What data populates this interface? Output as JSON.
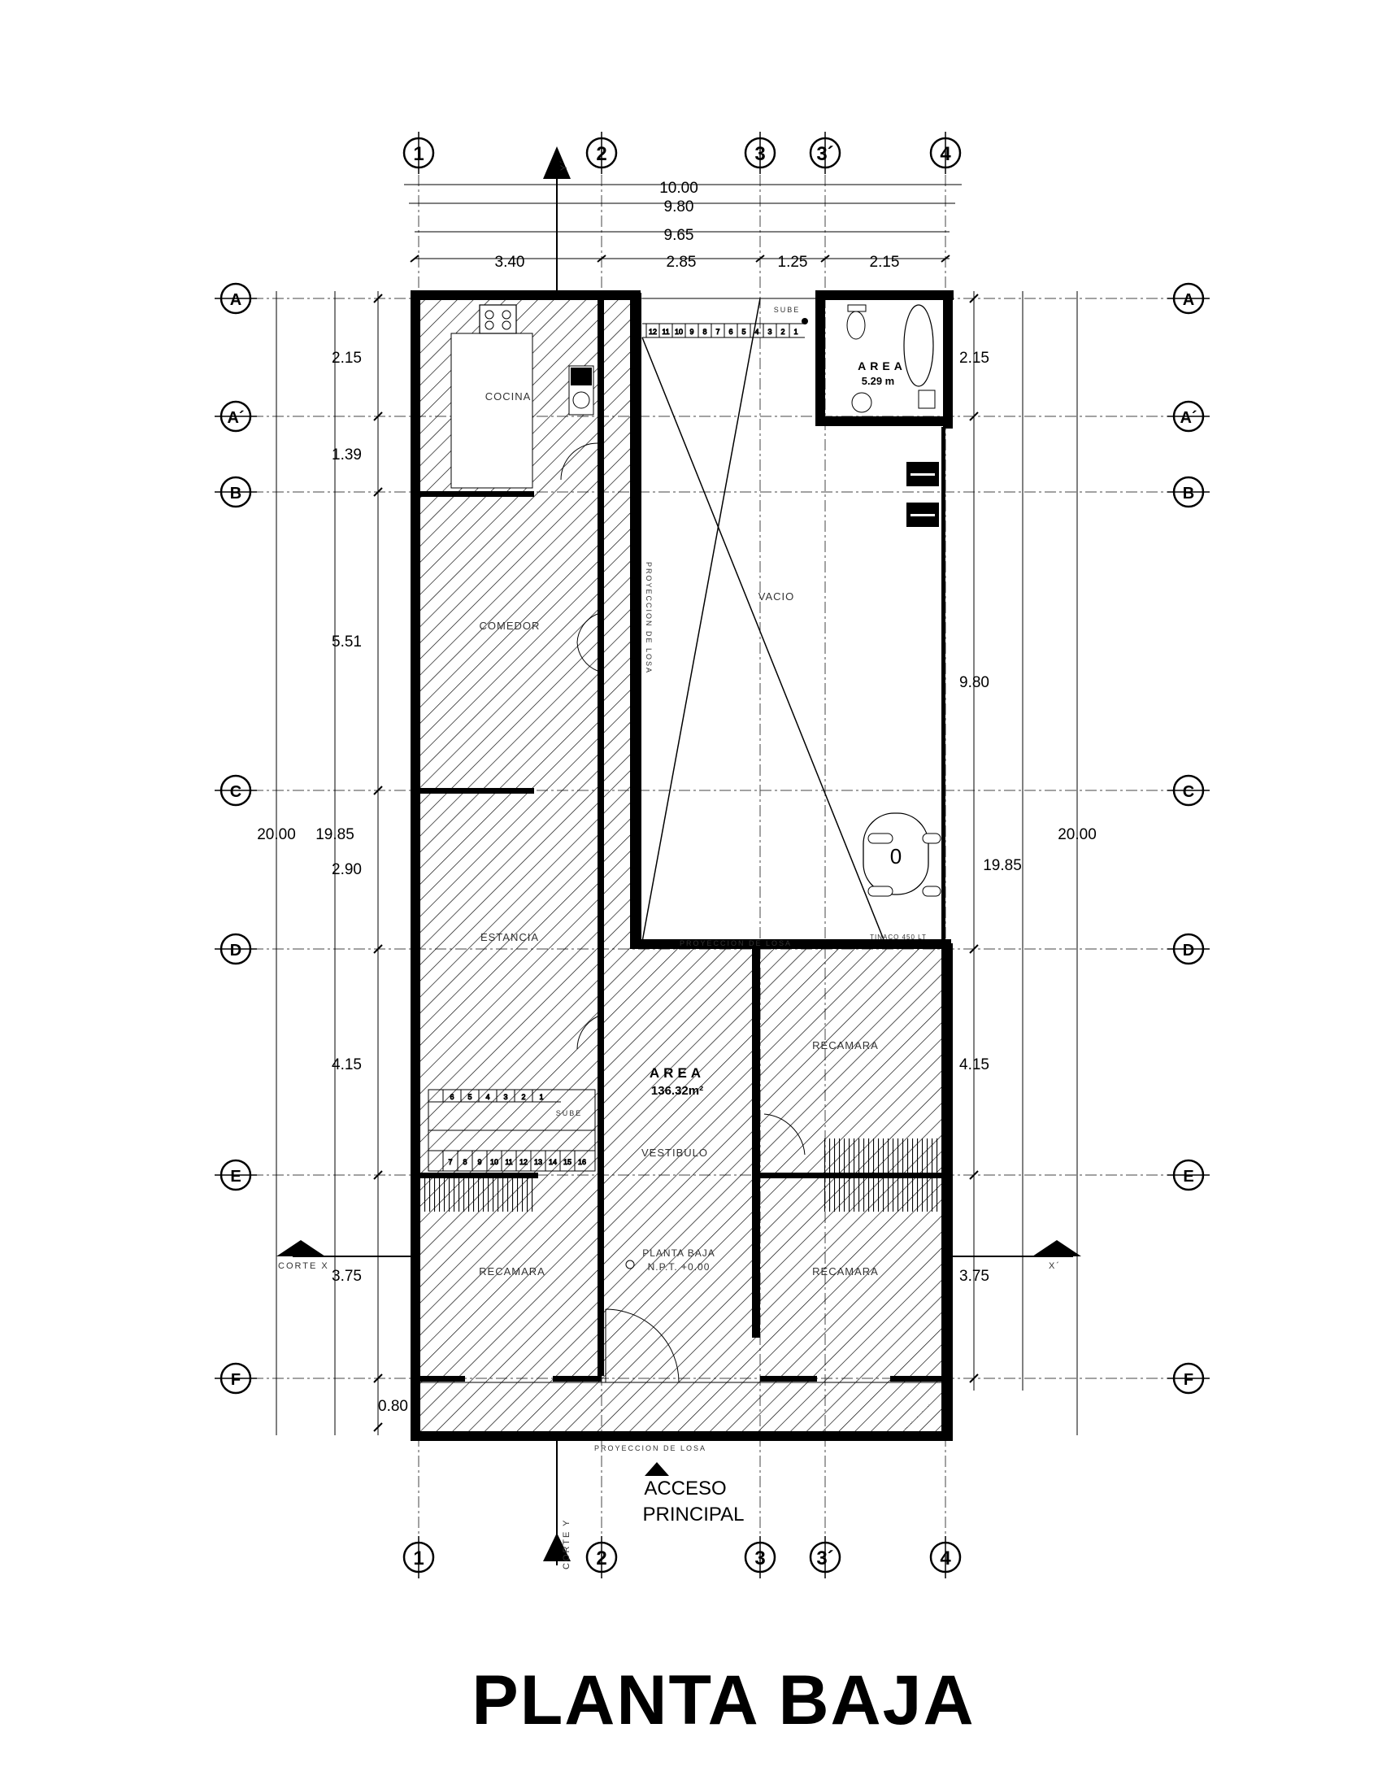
{
  "title": "PLANTA BAJA",
  "axes": {
    "columns": [
      {
        "id": "col-1",
        "label": "1"
      },
      {
        "id": "col-2",
        "label": "2"
      },
      {
        "id": "col-3",
        "label": "3"
      },
      {
        "id": "col-3p",
        "label": "3´"
      },
      {
        "id": "col-4",
        "label": "4"
      }
    ],
    "rows": [
      {
        "id": "row-a",
        "label": "A"
      },
      {
        "id": "row-ap",
        "label": "A´"
      },
      {
        "id": "row-b",
        "label": "B"
      },
      {
        "id": "row-c",
        "label": "C"
      },
      {
        "id": "row-d",
        "label": "D"
      },
      {
        "id": "row-e",
        "label": "E"
      },
      {
        "id": "row-f",
        "label": "F"
      }
    ]
  },
  "dimensions": {
    "top_total_1": "10.00",
    "top_total_2": "9.80",
    "top_total_3": "9.65",
    "top_segments": [
      "3.40",
      "2.85",
      "1.25",
      "2.15"
    ],
    "left_segments": [
      "2.15",
      "1.39",
      "5.51",
      "2.90",
      "4.15",
      "3.75",
      "0.80"
    ],
    "left_total_outer": "20.00",
    "left_total_inner": "19.85",
    "right_segments": [
      "2.15",
      "9.80",
      "4.15",
      "3.75"
    ],
    "right_total_inner": "19.85",
    "right_total_outer": "20.00"
  },
  "rooms": {
    "cocina": "COCINA",
    "comedor": "COMEDOR",
    "estancia": "ESTANCIA",
    "vacio": "VACIO",
    "recamara_top_right": "RECAMARA",
    "recamara_bottom_left": "RECAMARA",
    "recamara_bottom_right": "RECAMARA",
    "vestibulo": "VESTIBULO",
    "planta_baja_level_1": "PLANTA BAJA",
    "planta_baja_level_2": "N.P.T. +0.00"
  },
  "areas": {
    "main_label": "AREA",
    "main_value": "136.32m²",
    "bath_label": "AREA",
    "bath_value": "5.29 m"
  },
  "annotations": {
    "sube_top": "SUBE",
    "sube_bottom": "SUBE",
    "tinaco": "TINACO 450 LT",
    "proyeccion_losa_v": "PROYECCION DE LOSA",
    "proyeccion_losa_h": "PROYECCION DE LOSA",
    "proyeccion_losa_bottom": "PROYECCION DE LOSA",
    "corte_x_left": "CORTE X",
    "corte_x_right": "X´",
    "corte_y_top": "Y´",
    "corte_y_bottom": "CORTE Y",
    "acceso_1": "ACCESO",
    "acceso_2": "PRINCIPAL"
  },
  "stairs_top_numbers": [
    "12",
    "11",
    "10",
    "9",
    "8",
    "7",
    "6",
    "5",
    "4",
    "3",
    "2",
    "1"
  ],
  "stairs_bottom_row1": [
    "6",
    "5",
    "4",
    "3",
    "2",
    "1"
  ],
  "stairs_bottom_row2": [
    "7",
    "8",
    "9",
    "10",
    "11",
    "12",
    "13",
    "14",
    "15",
    "16"
  ]
}
